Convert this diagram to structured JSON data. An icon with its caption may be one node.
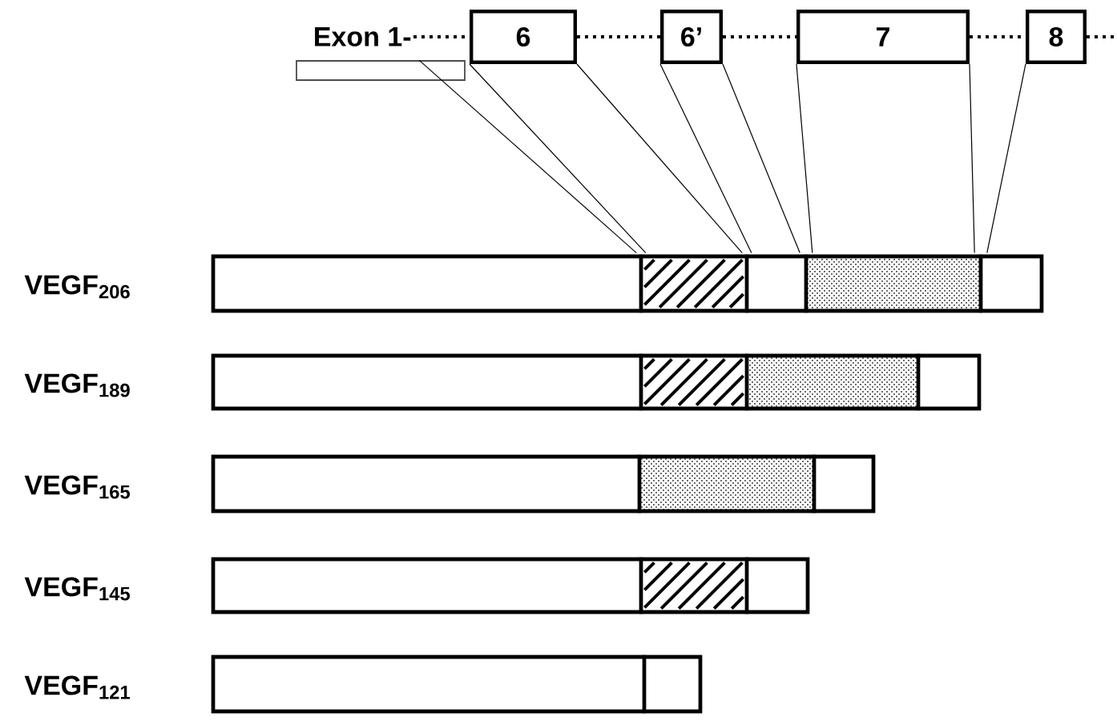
{
  "diagram": {
    "nodes": [
      {
        "text": [
          "Exon 1-"
        ]
      },
      {
        "text": [],
        "shape": "box"
      },
      {
        "text": [
          "6"
        ]
      },
      {
        "text": [
          "6’"
        ]
      },
      {
        "text": [
          "7"
        ]
      },
      {
        "text": [
          "8"
        ]
      },
      {
        "text": [],
        "shape": "bar",
        "beside": [
          "VEGF$_{206}$"
        ]
      },
      {
        "text": [],
        "shape": "box",
        "in": 6
      },
      {
        "text": [],
        "shape": "box",
        "in": 6
      },
      {
        "text": [],
        "shape": "box",
        "in": 6
      },
      {
        "text": [],
        "shape": "box",
        "in": 6
      },
      {
        "text": [],
        "shape": "box",
        "in": 6
      },
      {
        "text": [],
        "shape": "bar",
        "beside": [
          "VEGF$_{189}$"
        ]
      },
      {
        "text": [],
        "shape": "box",
        "in": 12
      },
      {
        "text": [],
        "shape": "box",
        "in": 12
      },
      {
        "text": [],
        "shape": "box",
        "in": 12
      },
      {
        "text": [],
        "shape": "box",
        "in": 12
      },
      {
        "text": [],
        "shape": "bar",
        "beside": [
          "VEGF$_{165}$"
        ]
      },
      {
        "text": [],
        "shape": "box",
        "in": 17
      },
      {
        "text": [],
        "shape": "box",
        "in": 17
      },
      {
        "text": [],
        "shape": "box",
        "in": 17
      },
      {
        "text": [],
        "shape": "bar",
        "beside": [
          "VEGF$_{145}$"
        ]
      },
      {
        "text": [],
        "shape": "box",
        "in": 21
      },
      {
        "text": [],
        "shape": "box",
        "in": 21
      },
      {
        "text": [],
        "shape": "box",
        "in": 21
      },
      {
        "text": [],
        "shape": "bar",
        "beside": [
          "VEGF$_{121}$"
        ]
      },
      {
        "text": [],
        "shape": "box",
        "in": 25
      },
      {
        "text": [],
        "shape": "box",
        "in": 25
      }
    ],
    "edges": [
      {
        "from": 0,
        "to": 2,
        "arrow": "none",
        "style": "dashed"
      },
      {
        "from": 2,
        "to": 3,
        "arrow": "none",
        "style": "dashed"
      },
      {
        "from": 3,
        "to": 4,
        "arrow": "none",
        "style": "dashed"
      },
      {
        "from": 4,
        "to": 5,
        "arrow": "none",
        "style": "dashed"
      },
      {
        "from": 5,
        "to": null,
        "arrow": "none",
        "style": "dashed"
      },
      {
        "from": 1,
        "to": 7,
        "arrow": "none"
      },
      {
        "from": 2,
        "to": 8,
        "arrow": "none"
      },
      {
        "from": 2,
        "to": 8,
        "arrow": "none"
      },
      {
        "from": 3,
        "to": 9,
        "arrow": "none"
      },
      {
        "from": 3,
        "to": 9,
        "arrow": "none"
      },
      {
        "from": 4,
        "to": 10,
        "arrow": "none"
      },
      {
        "from": 4,
        "to": 10,
        "arrow": "none"
      },
      {
        "from": 5,
        "to": 11,
        "arrow": "none"
      }
    ]
  }
}
